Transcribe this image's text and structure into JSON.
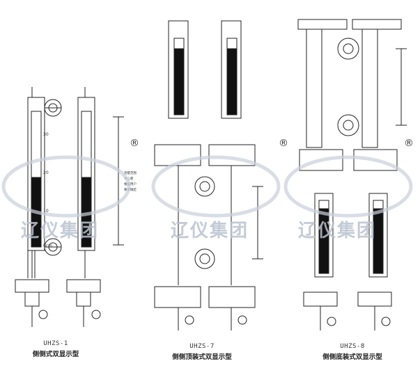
{
  "watermark": {
    "text": "辽仪集团",
    "registered_mark": "®"
  },
  "scale_marks": [
    "30",
    "20",
    "10",
    "0cm"
  ],
  "dimension_note": [
    "测量范围",
    "中心距",
    "根据用户",
    "要求确定"
  ],
  "models": [
    {
      "id": "uhzs-1",
      "model": "UHZS-1",
      "description": "侧侧式双显示型"
    },
    {
      "id": "uhzs-7",
      "model": "UHZS-7",
      "description": "侧侧顶装式双显示型"
    },
    {
      "id": "uhzs-8",
      "model": "UHZS-8",
      "description": "侧侧底装式双显示型"
    }
  ],
  "colors": {
    "line": "#222222",
    "fill_level": "#111111",
    "watermark": "#b9c2cf",
    "accent": "#f0c040"
  }
}
